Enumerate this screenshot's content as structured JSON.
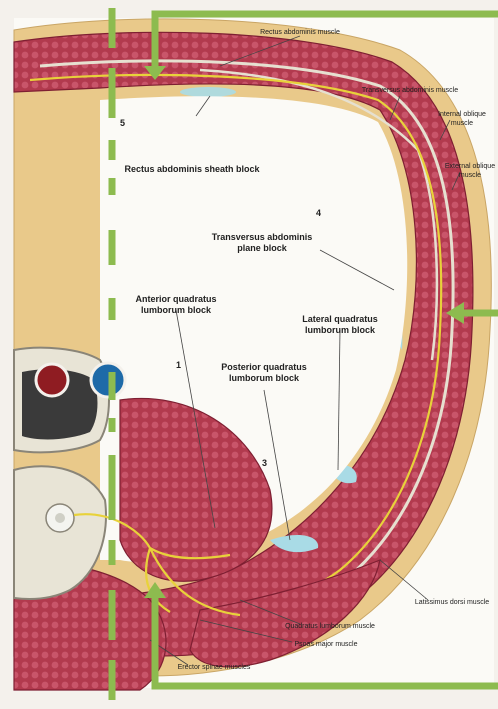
{
  "labels": {
    "rectus_abdominis_muscle": "Rectus abdominis muscle",
    "transversus_abdominis_muscle": "Transversus abdominis muscle",
    "internal_oblique_line1": "Internal oblique",
    "internal_oblique_line2": "muscle",
    "external_oblique_line1": "External oblique",
    "external_oblique_line2": "muscle",
    "rectus_sheath_block": "Rectus abdominis sheath block",
    "tap_block_line1": "Transversus abdominis",
    "tap_block_line2": "plane block",
    "anterior_ql_line1": "Anterior quadratus",
    "anterior_ql_line2": "lumborum block",
    "lateral_ql_line1": "Lateral quadratus",
    "lateral_ql_line2": "lumborum block",
    "posterior_ql_line1": "Posterior quadratus",
    "posterior_ql_line2": "lumborum block",
    "latissimus_dorsi": "Latissimus dorsi muscle",
    "quadratus_lumborum": "Quadratus lumborum muscle",
    "psoas_major": "Psoas major muscle",
    "erector_spinae": "Erector spinae muscles"
  },
  "numbers": {
    "n1": "1",
    "n3": "3",
    "n4": "4",
    "n5": "5"
  },
  "colors": {
    "highlight": "#8dbb4f",
    "muscle": "#b23a4e",
    "muscle_dark": "#7e1f32",
    "fat": "#e9c98a",
    "fascia": "#d8d8c8",
    "nerve": "#e8d23a",
    "injectate": "#a9dbe6",
    "vein": "#1e6aa8",
    "artery": "#8f1c22",
    "bone": "#e8e4d6"
  }
}
